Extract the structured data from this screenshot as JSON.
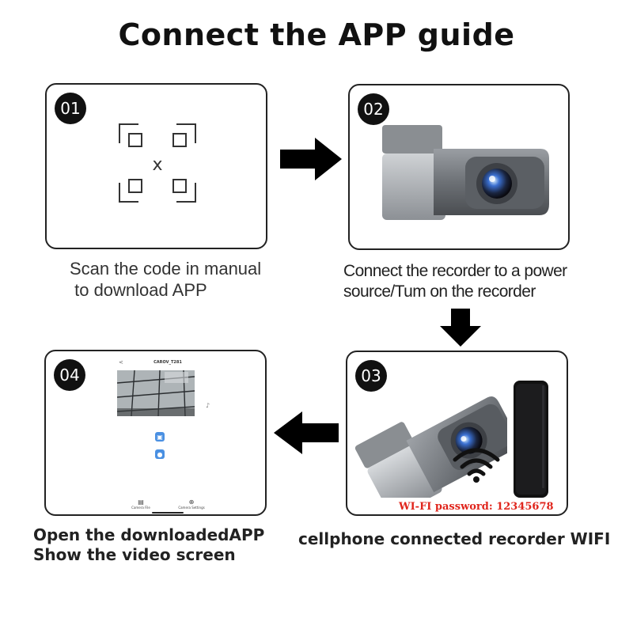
{
  "title": "Connect the APP guide",
  "steps": [
    {
      "number": "01",
      "caption": "Scan the code in manual\n to download APP",
      "qr_center": "x"
    },
    {
      "number": "02",
      "caption": "Connect the recorder to a power\nsource/Tum on the recorder"
    },
    {
      "number": "03",
      "caption": "cellphone connected recorder WIFI",
      "wifi_password": "WI-FI password: 12345678"
    },
    {
      "number": "04",
      "caption": "Open the downloadedAPP\nShow the video screen",
      "app": {
        "back": "<",
        "title": "CAROV_T281",
        "tab_left": "Camera File",
        "tab_right": "Camera Settings"
      }
    }
  ],
  "arrows": [
    "right",
    "down",
    "left"
  ],
  "icons": [
    "qr-frame-icon",
    "dashcam-icon",
    "smartphone-icon",
    "wifi-icon",
    "arrow-right-icon",
    "arrow-down-icon",
    "arrow-left-icon"
  ],
  "colors": {
    "accent_text": "#e0251c",
    "badge": "#111111",
    "app_icon": "#4a90e2"
  }
}
